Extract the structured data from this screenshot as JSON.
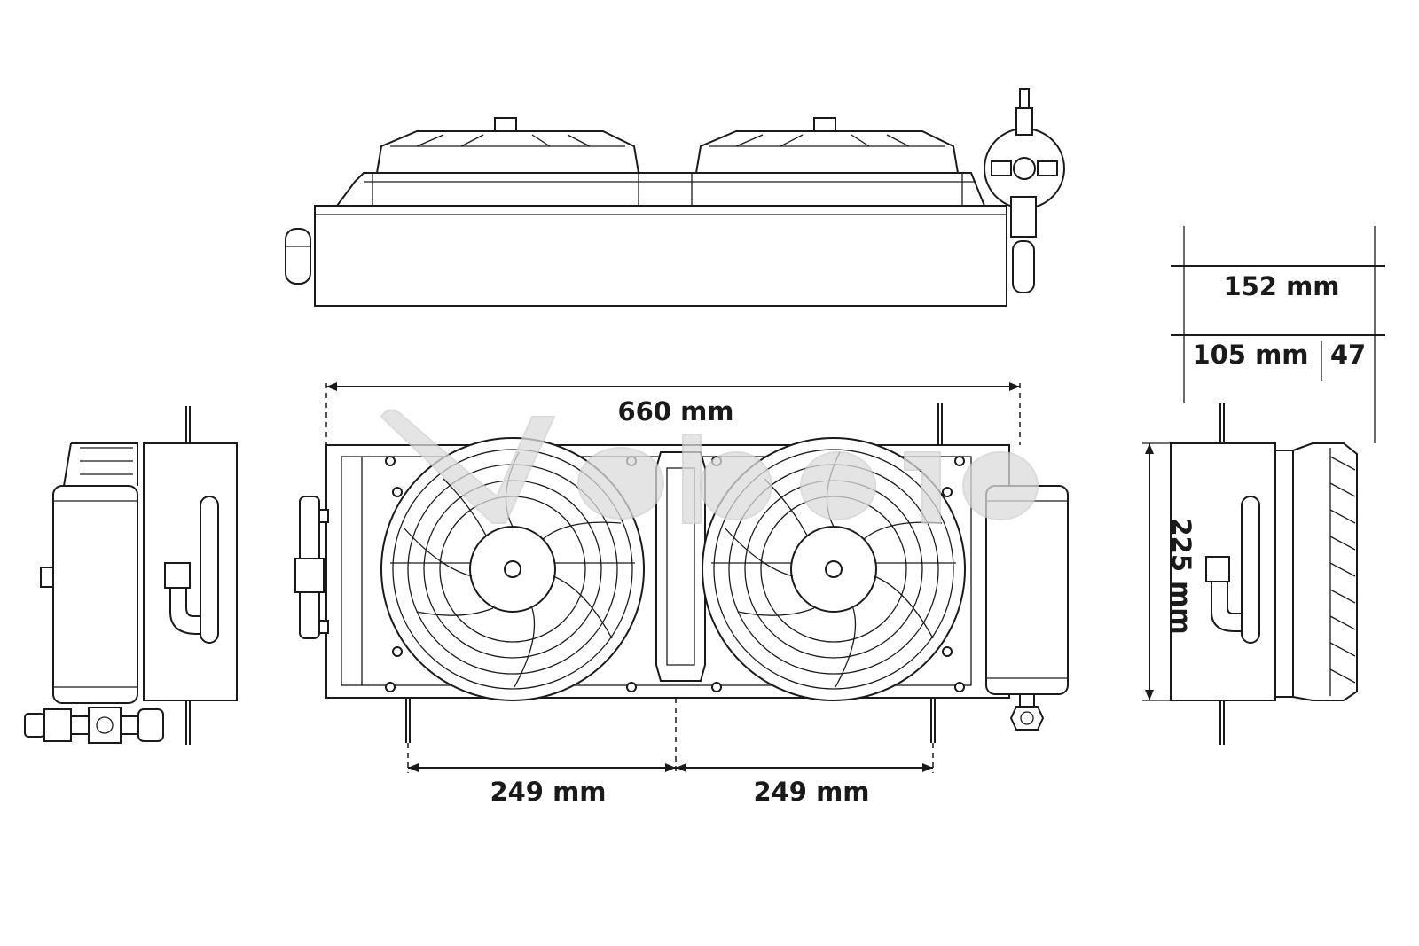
{
  "drawing": {
    "dimensions": {
      "overall_width": "660 mm",
      "mount_spacing_left": "249 mm",
      "mount_spacing_right": "249 mm",
      "height": "225 mm",
      "depth_total": "152 mm",
      "depth_body": "105 mm",
      "depth_fan": "47"
    },
    "colors": {
      "line": "#1a1a1a",
      "background": "#ffffff",
      "watermark": "#dcdcdc"
    }
  }
}
